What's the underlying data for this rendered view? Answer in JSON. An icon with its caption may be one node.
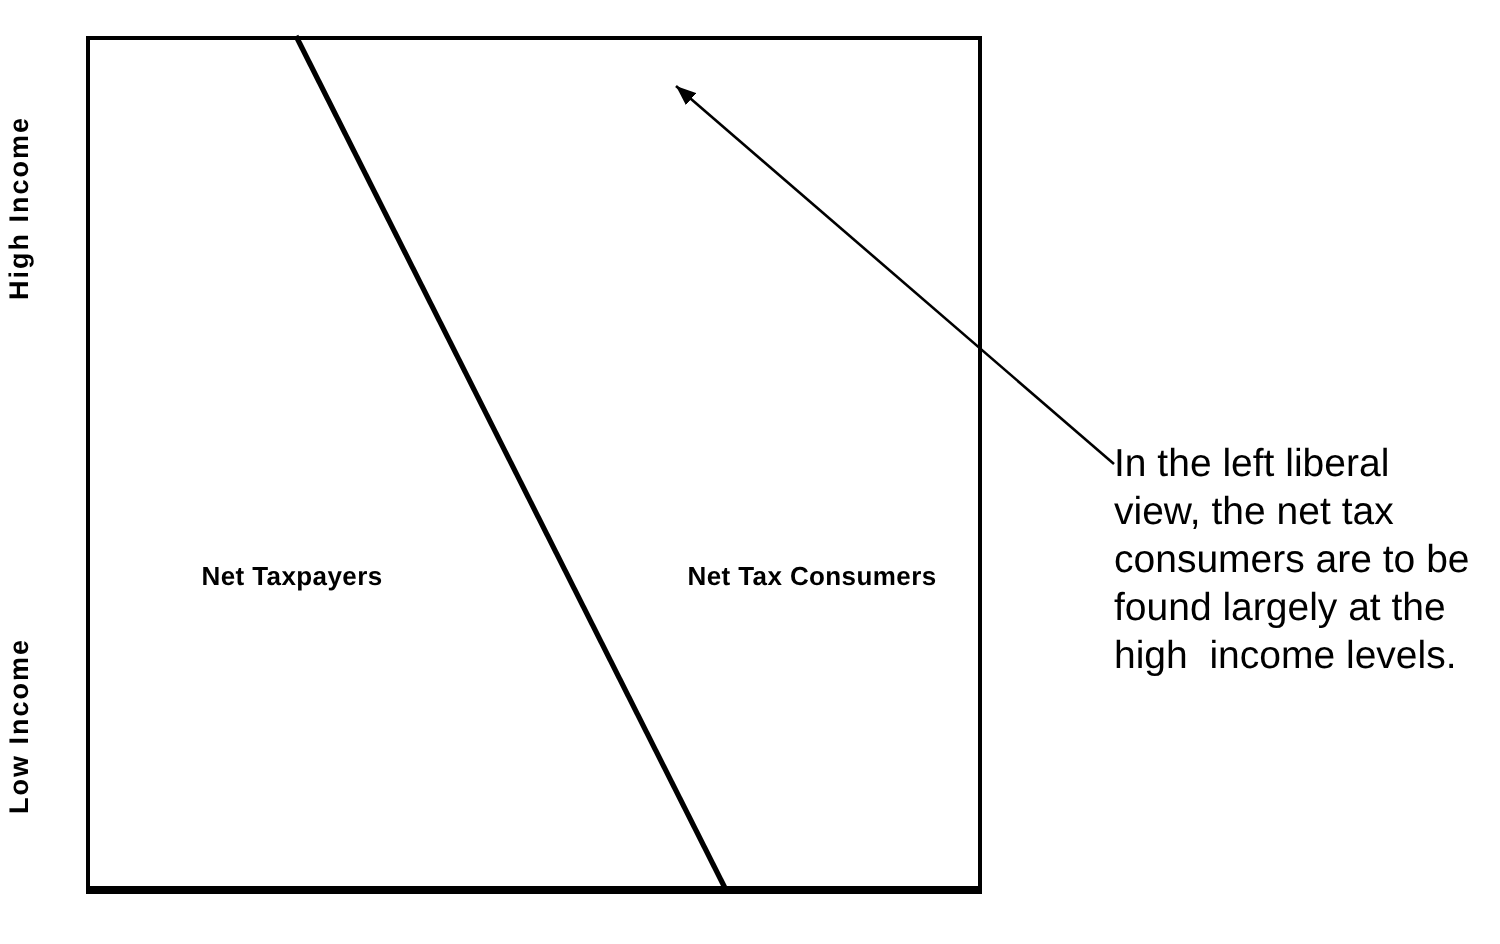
{
  "diagram": {
    "nodes": [
      {
        "text": [
          "Net Taxpayers",
          "Net Tax Consumers"
        ]
      },
      {
        "text": [
          "In the left liberal view, the net tax consumers are to be found largely at the high  income levels."
        ]
      }
    ],
    "edges": [
      {
        "from": 1,
        "to": 0,
        "arrow": "to"
      }
    ],
    "labels": [
      "High Income",
      "Low Income"
    ]
  }
}
